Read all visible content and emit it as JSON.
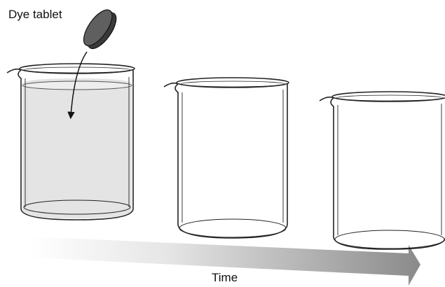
{
  "labels": {
    "dye_tablet": "Dye tablet",
    "time": "Time"
  },
  "beakers": [
    {
      "state": "filled",
      "liquid_color": "#e4e4e4"
    },
    {
      "state": "empty"
    },
    {
      "state": "empty"
    }
  ],
  "colors": {
    "outline": "#222222",
    "tablet_face": "#5f5f5f",
    "tablet_edge": "#3a3a3a",
    "time_arrow_dark": "#8a8a8a",
    "time_arrow_light": "#ffffff"
  },
  "icons": {
    "tablet": "dye-tablet-icon",
    "drop_arrow": "drop-arrow-icon",
    "time_arrow": "time-arrow-icon"
  }
}
